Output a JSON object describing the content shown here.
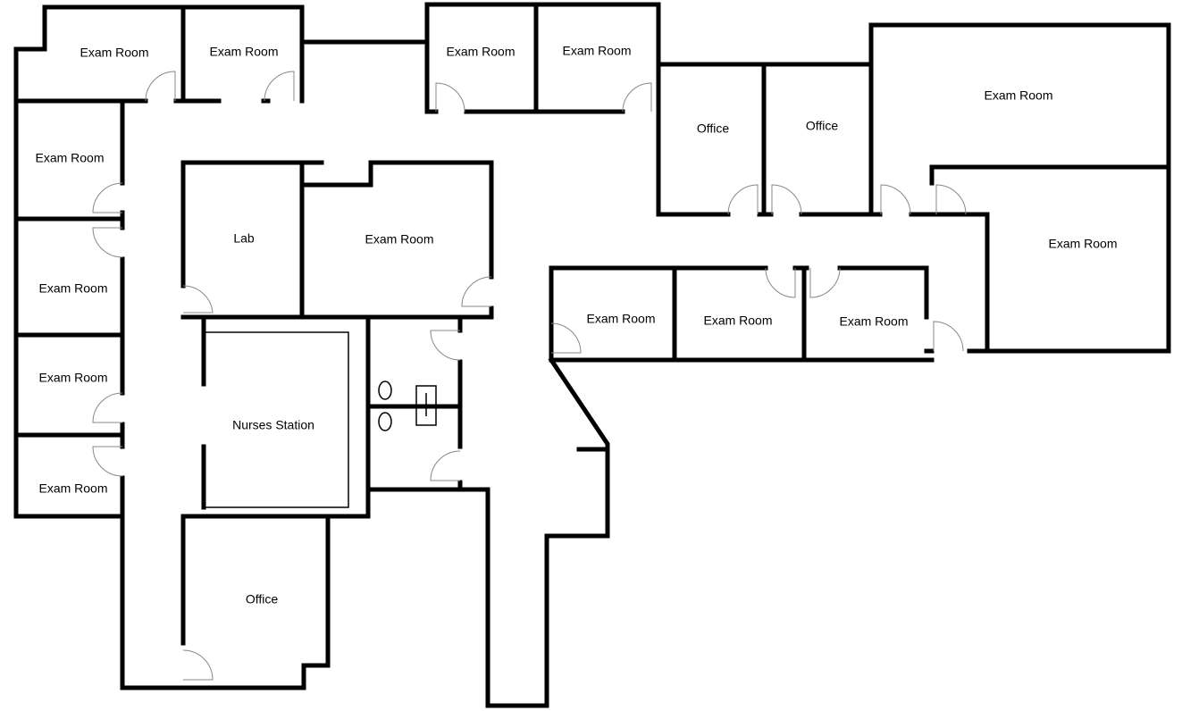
{
  "title": "Clinic Floor Plan",
  "rooms": [
    {
      "label": "Exam Room"
    },
    {
      "label": "Exam Room"
    },
    {
      "label": "Exam Room"
    },
    {
      "label": "Exam Room"
    },
    {
      "label": "Office"
    },
    {
      "label": "Office"
    },
    {
      "label": "Exam Room"
    },
    {
      "label": "Exam Room"
    },
    {
      "label": "Exam Room"
    },
    {
      "label": "Exam Room"
    },
    {
      "label": "Exam Room"
    },
    {
      "label": "Exam Room"
    },
    {
      "label": "Lab"
    },
    {
      "label": "Exam Room"
    },
    {
      "label": "Exam Room"
    },
    {
      "label": "Exam Room"
    },
    {
      "label": "Exam Room"
    },
    {
      "label": "Nurses Station"
    },
    {
      "label": "Office"
    }
  ]
}
